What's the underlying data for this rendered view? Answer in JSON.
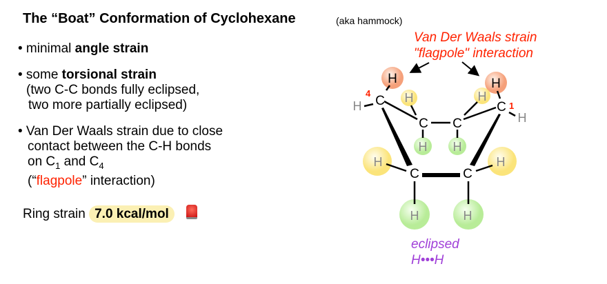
{
  "title": "The “Boat” Conformation of Cyclohexane",
  "aka": "(aka hammock)",
  "bullets": {
    "b1_pre": "• minimal ",
    "b1_bold": "angle strain",
    "b2_pre": "• some ",
    "b2_bold": "torsional strain",
    "b2_l2": "(two C-C bonds fully eclipsed,",
    "b2_l3": "two more partially eclipsed)",
    "b3_l1": "• Van Der Waals strain due to close",
    "b3_l2": "contact between the C-H bonds",
    "b3_l3_pre": "on C",
    "b3_sub1": "1",
    "b3_l3_mid": " and C",
    "b3_sub4": "4",
    "b3_l4_pre": "(“",
    "b3_l4_red": "flagpole",
    "b3_l4_post": "” interaction)"
  },
  "ring_strain": {
    "label": "Ring strain",
    "value": "7.0 kcal/mol",
    "icon": "alarm-icon"
  },
  "diagram": {
    "vdw_line1": "Van Der Waals strain",
    "vdw_line2": "\"flagpole\" interaction",
    "carbon": "C",
    "hydrogen": "H",
    "num4": "4",
    "num1": "1",
    "eclipsed_line1": "eclipsed",
    "eclipsed_line2": "H•••H",
    "colors": {
      "red": "#ff2200",
      "purple": "#a040d8",
      "orange": "#f5a07a",
      "yellow": "#fbe98a",
      "green": "#bfeea0"
    }
  }
}
